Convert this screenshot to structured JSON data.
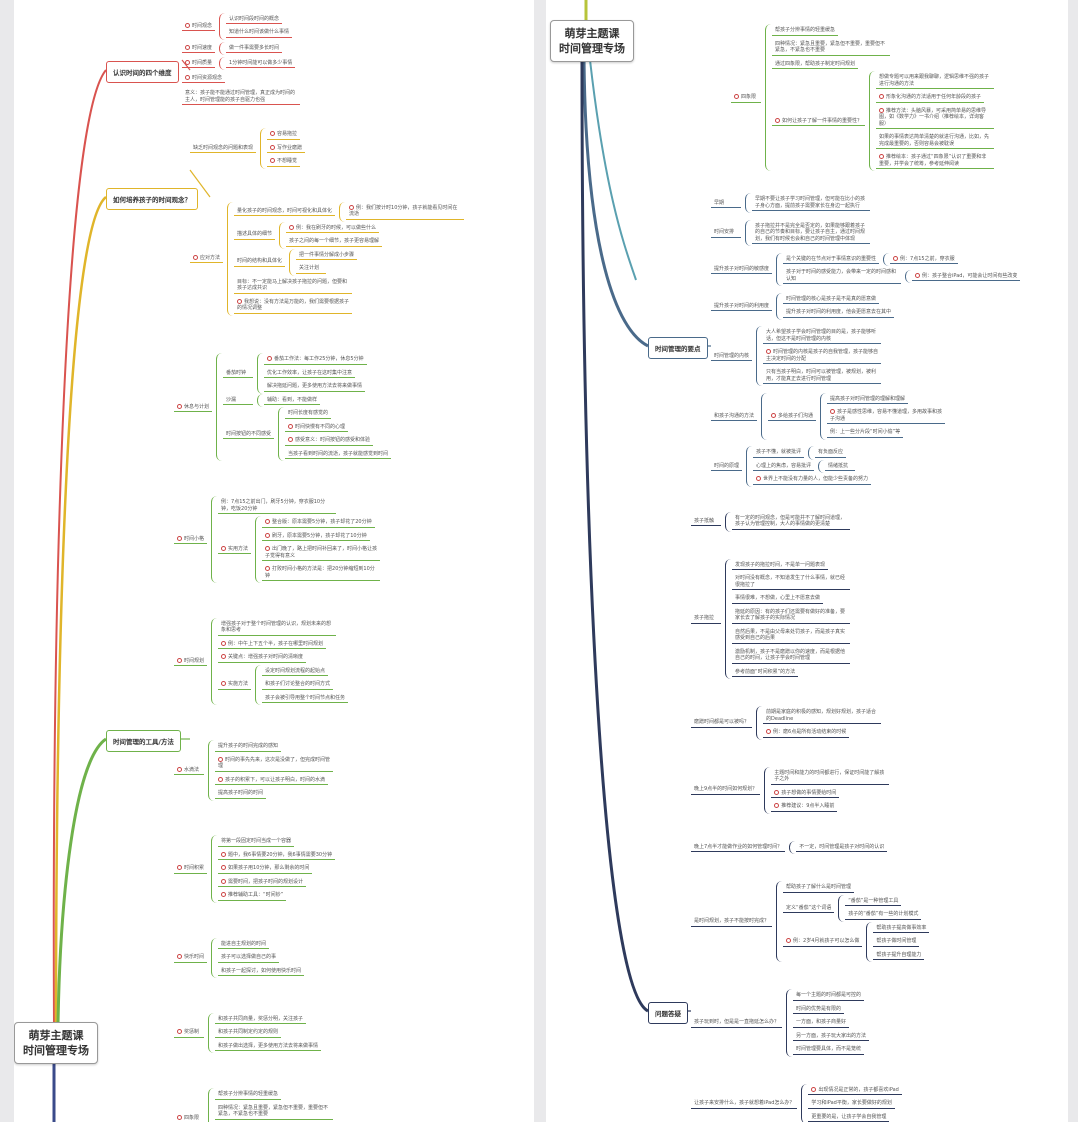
{
  "left_panel": {
    "root": {
      "line1": "萌芽主题课",
      "line2": "时间管理专场"
    },
    "branches": [
      {
        "title": "认识时间的四个维度",
        "color": "#d9534f",
        "tree": [
          {
            "t": "时间观念",
            "i": true,
            "c": [
              {
                "t": "认识时间段时间的概念"
              },
              {
                "t": "知道什么时间该做什么事情"
              }
            ]
          },
          {
            "t": "时间速度",
            "i": true,
            "c": [
              {
                "t": "做一件事需要多长时间"
              }
            ]
          },
          {
            "t": "时间质量",
            "i": true,
            "c": [
              {
                "t": "1分钟时间能可以做多少事情"
              }
            ]
          },
          {
            "t": "时间资源观念",
            "i": true
          },
          {
            "t": "意义：孩子能不能通过时间管理，真正成为时间的主人，时间管理能的孩子自驱力也强"
          }
        ]
      },
      {
        "title": "如何培养孩子的时间观念？",
        "color": "#e0b52a",
        "tree": [
          {
            "t": "缺乏时间观念的问题和表现",
            "c": [
              {
                "t": "容易拖拉",
                "i": true
              },
              {
                "t": "写作业磨蹭",
                "i": true
              },
              {
                "t": "不想睡觉",
                "i": true
              }
            ]
          },
          {
            "t": "应对方法",
            "i": true,
            "c": [
              {
                "t": "量化孩子的时间观念，时间可视化和具体化",
                "c": [
                  {
                    "t": "例：我们按计时10分钟，孩子就能看见时间在流逝",
                    "i": true
                  }
                ]
              },
              {
                "t": "描述具体的细节",
                "c": [
                  {
                    "t": "例：我在刷牙的时候，可以做些什么",
                    "i": true
                  },
                  {
                    "t": "孩子之间的每一个细节，孩子更容易理解"
                  }
                ]
              },
              {
                "t": "时间的结构和具体化",
                "c": [
                  {
                    "t": "把一件事情分解成小步骤"
                  },
                  {
                    "t": "关注计划"
                  }
                ]
              },
              {
                "t": "目标：不一定能马上解决孩子拖拉的问题，但要和孩子达成共识"
              },
              {
                "t": "我想说：没有方法是万能的，我们需要根据孩子的情况调整",
                "i": true
              }
            ]
          }
        ]
      },
      {
        "title": "时间管理的工具/方法",
        "color": "#6fb24a",
        "tree": [
          {
            "t": "休息与计划",
            "i": true,
            "c": [
              {
                "t": "番茄时钟",
                "c": [
                  {
                    "t": "番茄工作法：每工作25分钟，休息5分钟",
                    "i": true
                  },
                  {
                    "t": "优化工作效率，让孩子在这时集中注意"
                  },
                  {
                    "t": "解决拖延问题，更多使用方法去将来做事情"
                  }
                ]
              },
              {
                "t": "沙漏",
                "c": [
                  {
                    "t": "辅助：看到，不能做样"
                  }
                ]
              },
              {
                "t": "时间按钮的不同感受",
                "c": [
                  {
                    "t": "时间长度有感觉的"
                  },
                  {
                    "t": "时间快慢有不同的心理",
                    "i": true
                  },
                  {
                    "t": "感受意义：时间按钮的感受和体验",
                    "i": true
                  },
                  {
                    "t": "当孩子看到时间的流逝，孩子就能感觉到时间"
                  }
                ]
              }
            ]
          },
          {
            "t": "时间小格",
            "i": true,
            "c": [
              {
                "t": "例：7点15之前出门，刷牙5分钟，穿衣服10分钟，吃饭20分钟"
              },
              {
                "t": "实用方法",
                "i": true,
                "c": [
                  {
                    "t": "整合版：原本需要5分钟，孩子却花了20分钟",
                    "i": true
                  },
                  {
                    "t": "刷牙，原本需要5分钟，孩子却花了10分钟",
                    "i": true
                  },
                  {
                    "t": "出门晚了，路上把时间补回来了，时间小格让孩子觉得有意义",
                    "i": true
                  },
                  {
                    "t": "打败时间小格的方法是：把20分钟缩短到10分钟",
                    "i": true
                  }
                ]
              }
            ]
          },
          {
            "t": "时间规划",
            "i": true,
            "c": [
              {
                "t": "增强孩子对于整个时间管理的认识，规划未来的想象和思考"
              },
              {
                "t": "例：中午上下五个半，孩子在哪里时间规划",
                "i": true
              },
              {
                "t": "关键点：增强孩子对时间的清晰度",
                "i": true
              },
              {
                "t": "实施方法",
                "i": true,
                "c": [
                  {
                    "t": "设定时间规划流程的起始点"
                  },
                  {
                    "t": "和孩子们讨论整合的时间方式"
                  },
                  {
                    "t": "孩子会被引导用整个时间节点和任务"
                  }
                ]
              }
            ]
          },
          {
            "t": "水滴法",
            "i": true,
            "c": [
              {
                "t": "提升孩子的时间完成的感知"
              },
              {
                "t": "时间的事先先来，这次是没做了，但完成时间管理",
                "i": true
              },
              {
                "t": "孩子的积累下，可以让孩子明白，时间的水滴",
                "i": true
              },
              {
                "t": "提高孩子时间的时间"
              }
            ]
          },
          {
            "t": "时间积累",
            "i": true,
            "c": [
              {
                "t": "将第一段固定时间当成一个容器"
              },
              {
                "t": "题中，我6事情要20分钟，我6事情需要30分钟",
                "i": true
              },
              {
                "t": "如果孩子用10分钟，那么剩余的时间",
                "i": true
              },
              {
                "t": "需要时间，把孩子时间的规划设计",
                "i": true
              },
              {
                "t": "推荐辅助工具：“时间钞”",
                "i": true
              }
            ]
          },
          {
            "t": "快乐时间",
            "i": true,
            "c": [
              {
                "t": "能进自主规划的时间"
              },
              {
                "t": "孩子可以选择做自己的事"
              },
              {
                "t": "和孩子一起探讨，如何使用快乐时间"
              }
            ]
          },
          {
            "t": "奖惩制",
            "i": true,
            "c": [
              {
                "t": "和孩子共同商量，奖惩分明，关注孩子"
              },
              {
                "t": "和孩子共同制定约定的规则"
              },
              {
                "t": "和孩子做出选择，更多使用方法去将来做事情"
              }
            ]
          },
          {
            "t": "四象限",
            "i": true,
            "c": [
              {
                "t": "帮孩子分辨事情的轻重缓急"
              },
              {
                "t": "四种情况：紧急且重要，紧急但不重要，重要但不紧急，不紧急也不重要"
              },
              {
                "t": "通过四象限，帮助孩子制定时间规划"
              },
              {
                "t": "如何让孩子了解一件事情的重要性？",
                "i": true
              }
            ]
          }
        ]
      }
    ]
  },
  "right_panel": {
    "root": {
      "line1": "萌芽主题课",
      "line2": "时间管理专场"
    },
    "top_tree": [
      {
        "t": "和孩子做出选择，更多使用方法去将来做事情"
      },
      {
        "t": "四象限",
        "i": true,
        "c": [
          {
            "t": "帮孩子分辨事情的轻重缓急"
          },
          {
            "t": "四种情况：紧急且重要，紧急但不重要，重要但不紧急，不紧急也不重要"
          },
          {
            "t": "通过四象限，帮助孩子制定时间规划"
          },
          {
            "t": "如何让孩子了解一件事情的重要性？",
            "i": true,
            "c": [
              {
                "t": "想做专题可以用来跟我聊聊，逻辑思维不强的孩子进行沟通的方法"
              },
              {
                "t": "形象化沟通的方法适用于任何年龄段的孩子",
                "i": true
              },
              {
                "t": "推荐方法：头脑风暴，可采用简单易的思维导图，如《数学力》一书介绍（推荐绘本，详询客服）",
                "i": true
              },
              {
                "t": "如果的事情表达简单清楚的就进行沟通，比如，先完成最重要的，否则容易会被耽误"
              },
              {
                "t": "推荐绘本：孩子通过“四象限”认识了重要和非重要，并学会了统筹，参考延伸阅读",
                "i": true
              }
            ]
          }
        ]
      }
    ],
    "branches": [
      {
        "title": "时间管理的要点",
        "color": "#4a6a8a",
        "tree": [
          {
            "t": "早期",
            "c": [
              {
                "t": "早期不要让孩子学习时间管理，但可能在比小的孩子身心方面，提前孩子需要家长在身边一起执行"
              }
            ]
          },
          {
            "t": "时间安排",
            "c": [
              {
                "t": "孩子拖拉并不是完全是否定的，如果能够跟着孩子的自己的节奏和目标，要让孩子自主，通过时间规划，我们有时候也会和自己的时间管理中体现"
              }
            ]
          },
          {
            "t": "提升孩子对时间的敏感度",
            "c": [
              {
                "t": "是个关键的在节点对于事情意识的重要性",
                "c": [
                  {
                    "t": "例：7点15之前，穿衣服",
                    "i": true
                  }
                ]
              },
              {
                "t": "孩子对于时间的感受能力，会带来一定的时间感和认知",
                "c": [
                  {
                    "t": "例：孩子整合iPad，可能会让时间有些改变",
                    "i": true
                  }
                ]
              }
            ]
          },
          {
            "t": "提升孩子对时间的利用度",
            "c": [
              {
                "t": "时间管理的核心是孩子是不是真的愿意做"
              },
              {
                "t": "提升孩子对时间的利用度，他会更愿意去在其中"
              }
            ]
          },
          {
            "t": "时间管理的内核",
            "c": [
              {
                "t": "大人希望孩子学会时间管理的目的是，孩子能够听话，但这不是时间管理的内核"
              },
              {
                "t": "时间管理的内核是孩子的自我管理，孩子能够自主决定时间的分配",
                "i": true
              },
              {
                "t": "只有当孩子明白，时间可以被管理，被规划，被利用，才能真正去进行时间管理"
              }
            ]
          },
          {
            "t": "和孩子沟通的方法",
            "c": [
              {
                "t": "多给孩子们沟通",
                "i": true,
                "c": [
                  {
                    "t": "提高孩子对时间管理的理解和理解"
                  },
                  {
                    "t": "孩子是感性思维，容易不懂道理，多用故事和孩子沟通",
                    "i": true
                  },
                  {
                    "t": "例：上一些分片段“时间小偷”等"
                  }
                ]
              }
            ]
          },
          {
            "t": "时间的原理",
            "c": [
              {
                "t": "孩子不懂，就被批评",
                "c": [
                  {
                    "t": "有负面反应"
                  }
                ]
              },
              {
                "t": "心理上的焦虑，容易批评",
                "c": [
                  {
                    "t": "情绪抵抗"
                  }
                ]
              },
              {
                "t": "世界上不能没有力量的人，但能少些责备的努力",
                "i": true
              }
            ]
          }
        ]
      },
      {
        "title": "问题答疑",
        "color": "#2e3a5c",
        "tree": [
          {
            "t": "孩子抵触",
            "c": [
              {
                "t": "有一定的时间观念，但是可能并不了解时间道理，孩子认为管理控制，大人的事情做的更清楚"
              }
            ]
          },
          {
            "t": "孩子拖拉",
            "c": [
              {
                "t": "发现孩子的拖拉时间，不是单一问题表现"
              },
              {
                "t": "对时间没有概念，不知道发生了什么事情，就已经很拖拉了"
              },
              {
                "t": "事情很难，不想做，心里上不愿意去做"
              },
              {
                "t": "拖延的原因：有的孩子们还需要有做好的准备，要家长去了解孩子的实际情况"
              },
              {
                "t": "自然后果，不是由父母来处罚孩子，而是孩子真实感受到自己的后果"
              },
              {
                "t": "激励机制，孩子不是磨蹭以你的速度，而是根据他自己的时间，让孩子学会时间管理"
              },
              {
                "t": "参考前面“时间积累”的方法"
              }
            ]
          },
          {
            "t": "磨蹭时间都是可以被吗？",
            "c": [
              {
                "t": "前期是家庭的积极的感知，规划好规划，孩子适合的Deadline"
              },
              {
                "t": "例：磨6点是所有活动结束的时候",
                "i": true
              }
            ]
          },
          {
            "t": "晚上9点半的时间如何规划？",
            "c": [
              {
                "t": "主题时间和能力的时间都进行，保证时间能了解孩子之外"
              },
              {
                "t": "孩子想做的事情要给时间",
                "i": true
              },
              {
                "t": "推荐建议：9点半入睡前",
                "i": true
              }
            ]
          },
          {
            "t": "晚上7点半才能做作业的如何管理时间？",
            "c": [
              {
                "t": "不一定，时间管理是孩子对时间的认识"
              }
            ]
          },
          {
            "t": "是时间规划，孩子不能按时完成？",
            "c": [
              {
                "t": "帮助孩子了解什么是时间管理"
              },
              {
                "t": "定义“番茄”这个词语",
                "c": [
                  {
                    "t": "“番茄”是一种管理工具"
                  },
                  {
                    "t": "孩子的“番茄”有一些的计划模式"
                  }
                ]
              },
              {
                "t": "例：2岁4月就孩子可以怎么做",
                "i": true,
                "c": [
                  {
                    "t": "帮助孩子提高做事效率"
                  },
                  {
                    "t": "帮孩子做时间管理"
                  },
                  {
                    "t": "帮孩子提升自理能力"
                  }
                ]
              }
            ]
          },
          {
            "t": "孩子玩到时，但是是一直拖延怎么办？",
            "c": [
              {
                "t": "每一个主题的时间都是可控的"
              },
              {
                "t": "时间的优势是有限的"
              },
              {
                "t": "一方面，和孩子商量好"
              },
              {
                "t": "另一方面，孩子玩大家出的方法"
              },
              {
                "t": "时间管理要具体，而不是笼统"
              }
            ]
          },
          {
            "t": "让孩子来安排什么，孩子就想着iPad怎么办？",
            "c": [
              {
                "t": "出现情况是正常的，孩子都喜欢iPad",
                "i": true
              },
              {
                "t": "学习和iPad平衡，家长要做好的规划"
              },
              {
                "t": "更重要的是，让孩子学会自我管理"
              }
            ]
          }
        ]
      }
    ]
  }
}
